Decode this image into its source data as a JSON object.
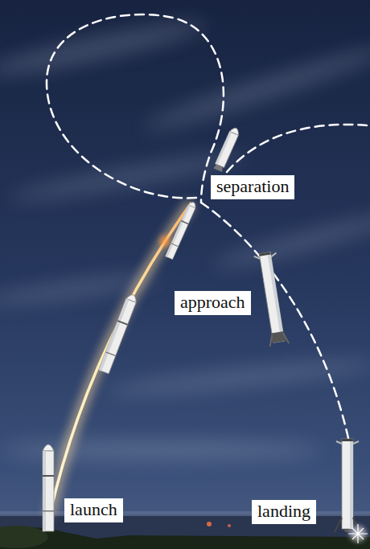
{
  "diagram": {
    "nodes": [
      {
        "text": [
          "separation"
        ]
      },
      {
        "text": [
          "approach"
        ]
      },
      {
        "text": [
          "launch"
        ]
      },
      {
        "text": [
          "landing"
        ]
      }
    ]
  }
}
